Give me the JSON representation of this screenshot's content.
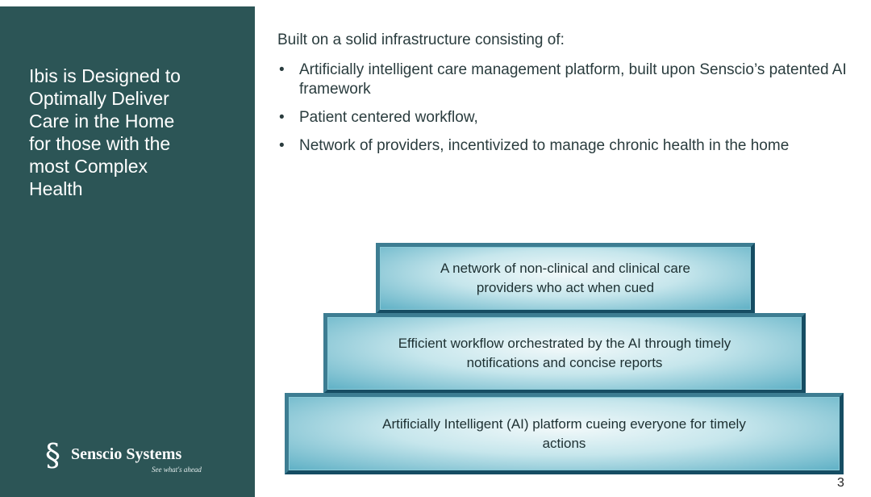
{
  "sidebar": {
    "title": "Ibis is Designed to\nOptimally Deliver\nCare in the Home\nfor those with the\nmost Complex\nHealth",
    "logo": {
      "mark": "§",
      "name": "Senscio Systems",
      "tagline": "See what's ahead",
      "icon": "section-sign-icon"
    }
  },
  "content": {
    "intro": "Built on a solid infrastructure consisting of:",
    "bullet_symbol": "•",
    "bullets": [
      "Artificially intelligent care management platform, built upon Senscio’s patented AI framework",
      "Patient centered workflow,",
      "Network of providers, incentivized to manage chronic health in the home"
    ]
  },
  "pyramid": {
    "tiers": [
      "A network of non-clinical and clinical care\nproviders who act when cued",
      "Efficient workflow orchestrated by the AI through timely\nnotifications and concise reports",
      "Artificially Intelligent (AI) platform cueing everyone for timely\nactions"
    ]
  },
  "page_number": "3",
  "colors": {
    "sidebar": "#2c5556",
    "text": "#2a3c3e",
    "tier_border": "#164d63",
    "tier_fill": "#c6e6ec"
  }
}
